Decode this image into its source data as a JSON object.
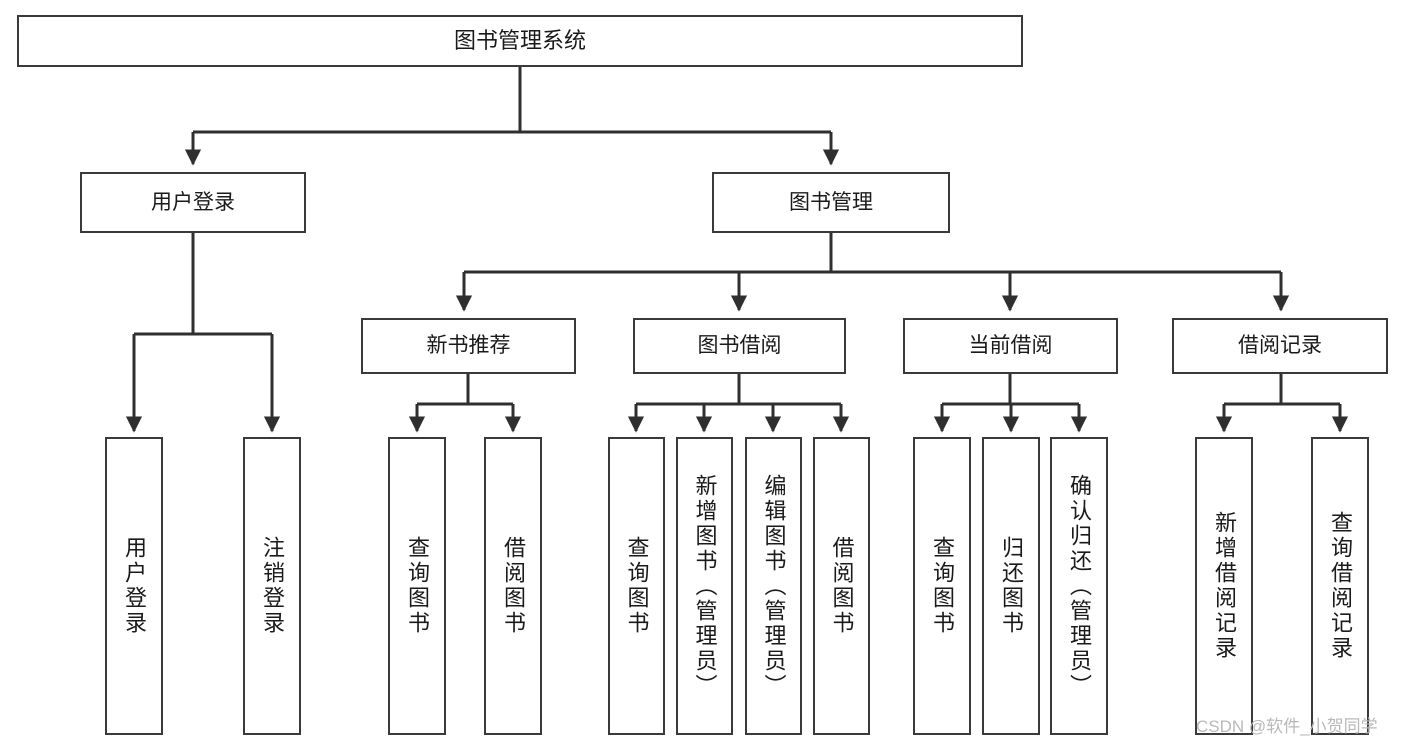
{
  "diagram": {
    "title": "图书管理系统",
    "type": "tree-hierarchy",
    "theme": {
      "background": "#ffffff",
      "box_border": "#3a3a3a",
      "box_fill": "#ffffff",
      "text": "#1a1a1a",
      "edge": "#2f2f2f",
      "watermark": "#b9b9b9"
    },
    "nodes": {
      "root": {
        "label": "图书管理系统"
      },
      "level2": [
        {
          "label": "用户登录"
        },
        {
          "label": "图书管理"
        }
      ],
      "level3": [
        {
          "label": "新书推荐"
        },
        {
          "label": "图书借阅"
        },
        {
          "label": "当前借阅"
        },
        {
          "label": "借阅记录"
        }
      ],
      "leaves_user_login": [
        {
          "label": "用户登录"
        },
        {
          "label": "注销登录"
        }
      ],
      "leaves_new_book": [
        {
          "label": "查询图书"
        },
        {
          "label": "借阅图书"
        }
      ],
      "leaves_borrow": [
        {
          "label": "查询图书"
        },
        {
          "label": "新增图书（管理员）"
        },
        {
          "label": "编辑图书（管理员）"
        },
        {
          "label": "借阅图书"
        }
      ],
      "leaves_current": [
        {
          "label": "查询图书"
        },
        {
          "label": "归还图书"
        },
        {
          "label": "确认归还（管理员）"
        }
      ],
      "leaves_records": [
        {
          "label": "新增借阅记录"
        },
        {
          "label": "查询借阅记录"
        }
      ]
    },
    "watermark": "CSDN @软件_小贺同学"
  }
}
